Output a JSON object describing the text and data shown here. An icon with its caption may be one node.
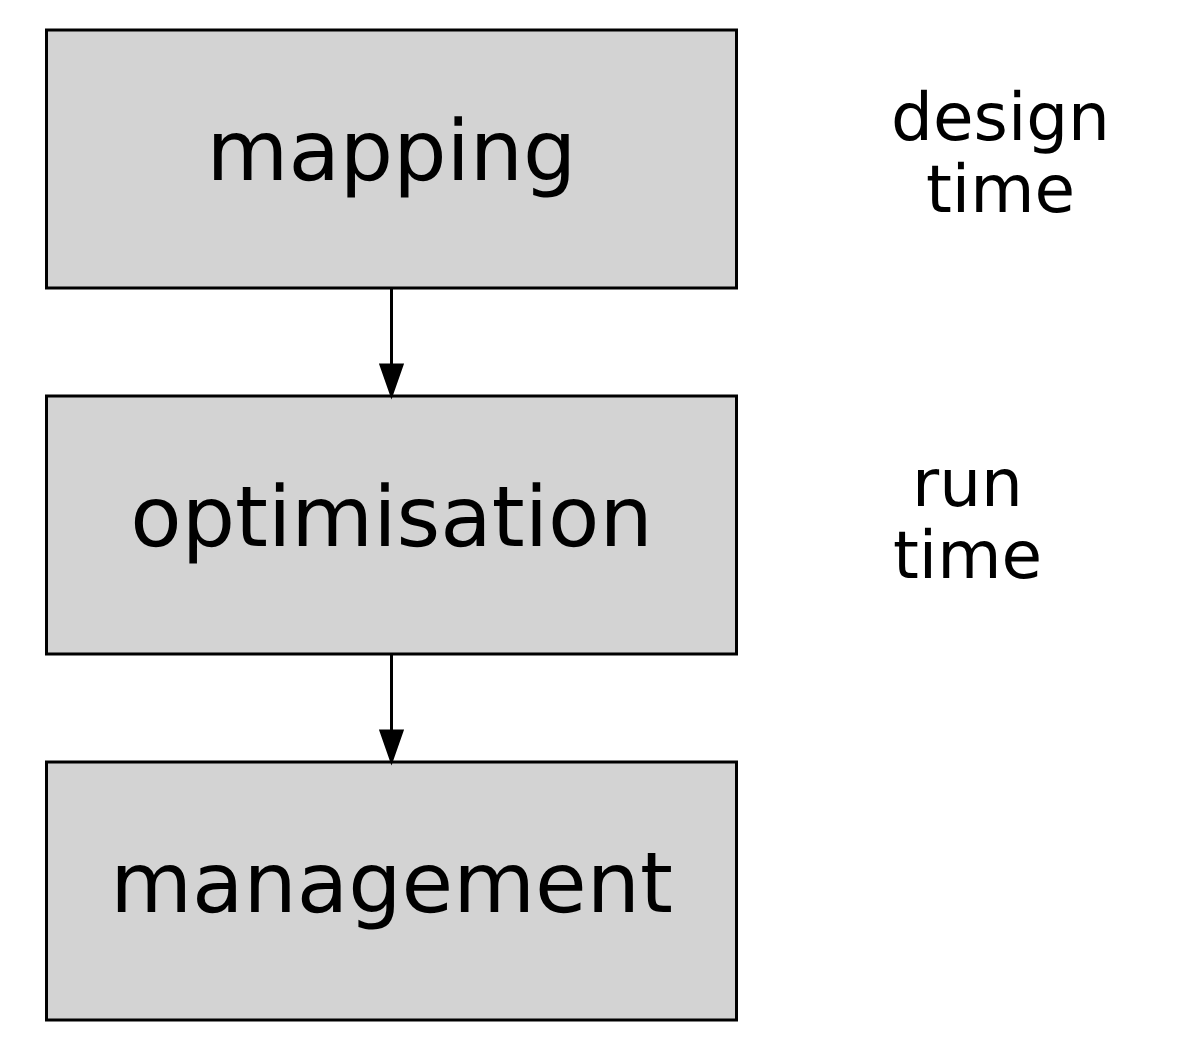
{
  "diagram": {
    "nodes": [
      {
        "text": [
          "mapping"
        ]
      },
      {
        "text": [
          "optimisation"
        ]
      },
      {
        "text": [
          "management"
        ]
      }
    ],
    "edges": [
      {
        "from": 0,
        "to": 1,
        "arrow": "to"
      },
      {
        "from": 1,
        "to": 2,
        "arrow": "to"
      }
    ],
    "labels": [
      "design time",
      "run time"
    ]
  }
}
